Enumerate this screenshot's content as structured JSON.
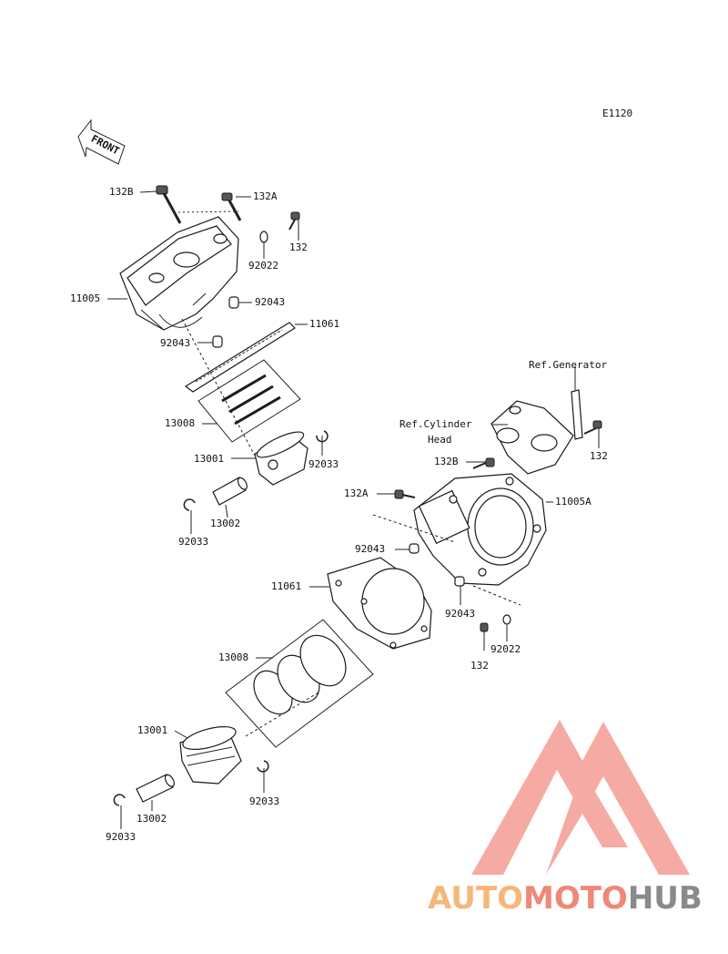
{
  "diagram_code": "E1120",
  "front_label": "FRONT",
  "watermark": {
    "part1": "AUTO",
    "part2": "MOTO",
    "part3": "HUB",
    "colors": {
      "orange": "#f6b77a",
      "red": "#f08878",
      "gray": "#8a8a8a",
      "logo": "#f4a29a"
    }
  },
  "labels": {
    "u_132B": "132B",
    "u_132A": "132A",
    "u_132": "132",
    "u_92022": "92022",
    "u_11005": "11005",
    "u_92043_a": "92043",
    "u_11061": "11061",
    "u_92043_b": "92043",
    "u_13008": "13008",
    "u_13001": "13001",
    "u_92033_a": "92033",
    "u_13002": "13002",
    "u_92033_b": "92033",
    "ref_generator": "Ref.Generator",
    "ref_cyl_head_1": "Ref.Cylinder",
    "ref_cyl_head_2": "Head",
    "l_132": "132",
    "l_132B": "132B",
    "l_132A": "132A",
    "l_11005A": "11005A",
    "l_92043_a": "92043",
    "l_11061": "11061",
    "l_92043_b": "92043",
    "l_92022": "92022",
    "l_132_b": "132",
    "l_13008": "13008",
    "l_13001": "13001",
    "l_92033_a": "92033",
    "l_13002": "13002",
    "l_92033_b": "92033"
  }
}
